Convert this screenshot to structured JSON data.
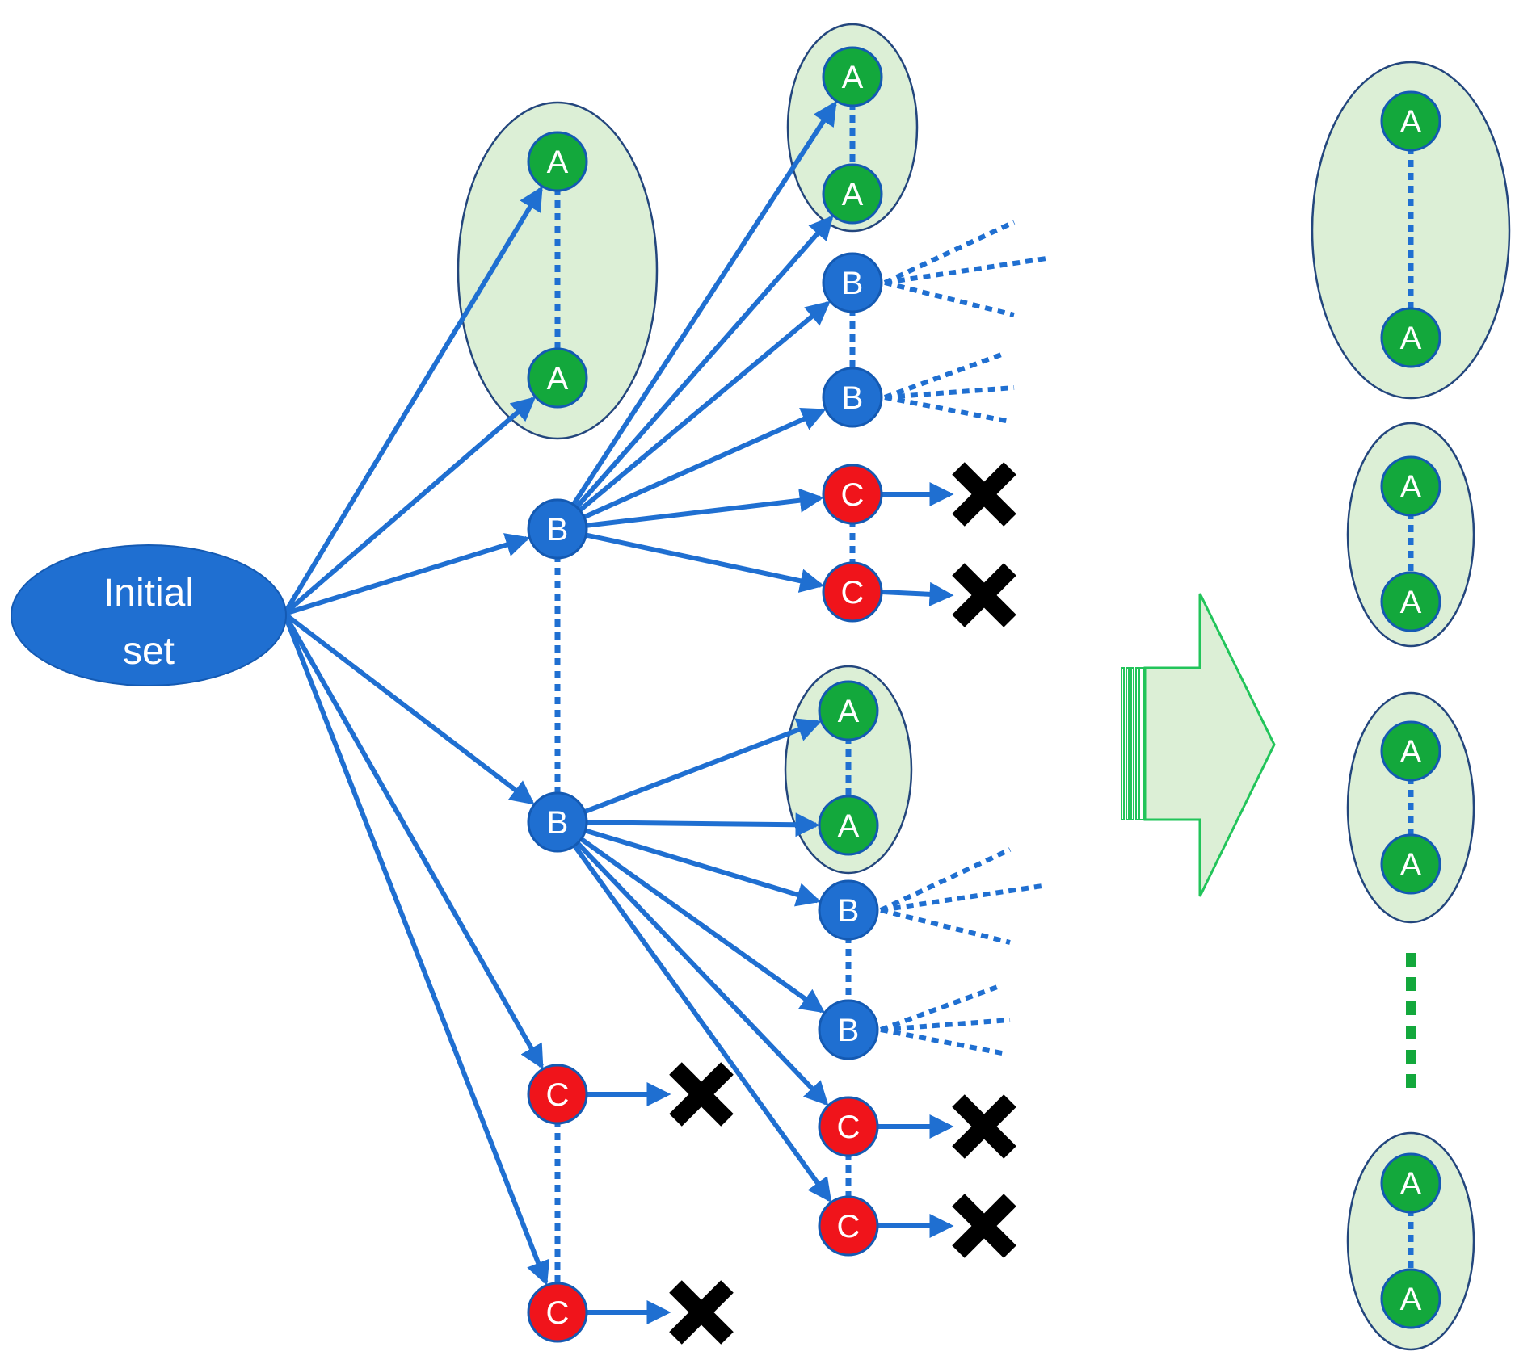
{
  "root": {
    "label_line1": "Initial",
    "label_line2": "set"
  },
  "labels": {
    "A": "A",
    "B": "B",
    "C": "C"
  },
  "colors": {
    "blue": "#1f6fd1",
    "blue_dark": "#145ab3",
    "green": "#13a83c",
    "red": "#f0141b",
    "group_fill": "#dcefd6",
    "group_stroke": "#23467d",
    "big_arrow_stroke": "#22c45a",
    "terminate": "#000000"
  },
  "icons": {
    "terminate": "x-mark-icon",
    "result": "hollow-right-arrow-icon"
  }
}
